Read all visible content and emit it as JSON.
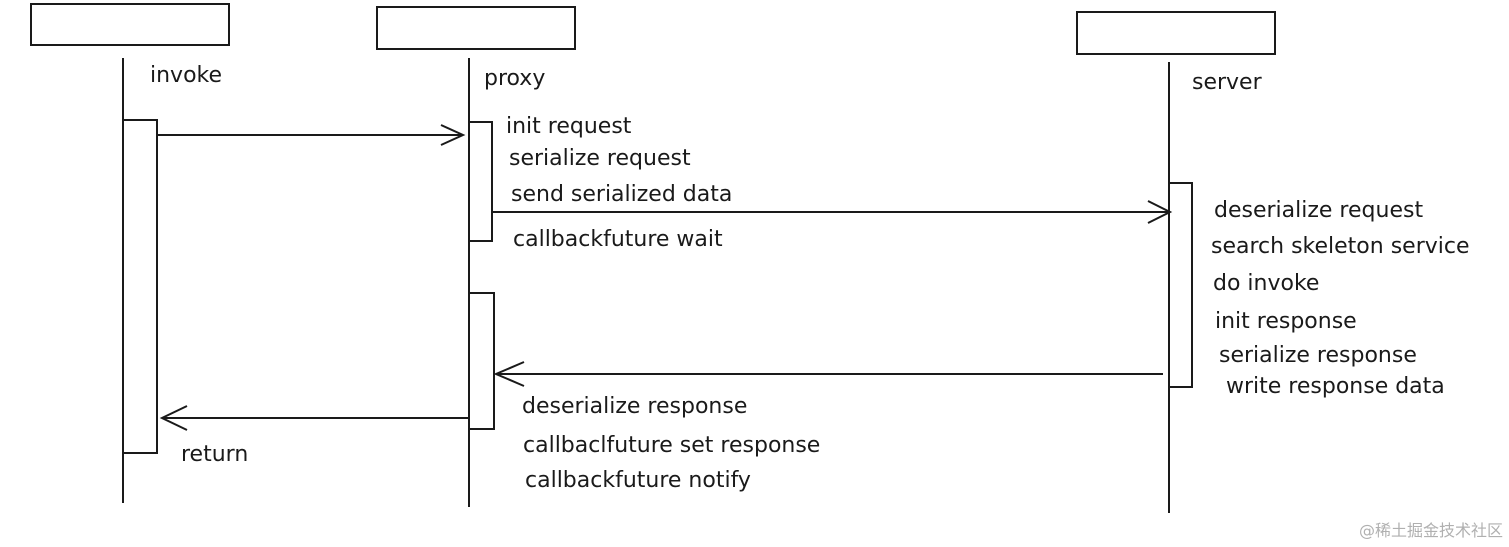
{
  "participants": {
    "invoke": "invoke",
    "proxy": "proxy",
    "server": "server"
  },
  "proxy_steps": {
    "init_request": "init request",
    "serialize_request": "serialize request",
    "send_serialized_data": "send serialized data",
    "callbackfuture_wait": "callbackfuture wait"
  },
  "server_steps": {
    "deserialize_request": "deserialize request",
    "search_skeleton_service": "search skeleton service",
    "do_invoke": "do invoke",
    "init_response": "init response",
    "serialize_response": "serialize response",
    "write_response_data": "write response data"
  },
  "response_steps": {
    "deserialize_response": "deserialize response",
    "callbackfuture_set_response": "callbaclfuture set response",
    "callbackfuture_notify": "callbackfuture notify"
  },
  "return_label": "return",
  "watermark": "@稀土掘金技术社区",
  "colors": {
    "line": "#1a1a1a",
    "text": "#1a1a1a",
    "watermark": "#b0b0b0"
  }
}
